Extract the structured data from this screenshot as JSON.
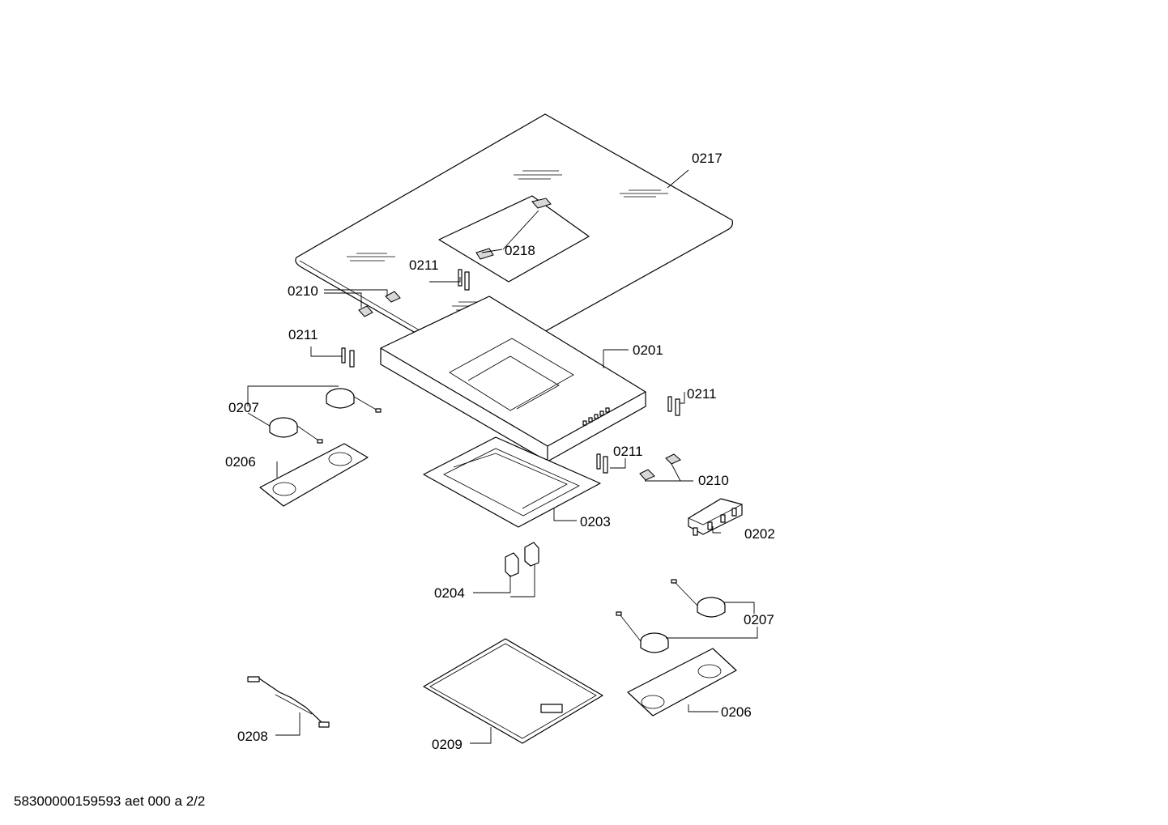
{
  "labels": {
    "l0217": "0217",
    "l0218": "0218",
    "l0211a": "0211",
    "l0210a": "0210",
    "l0211b": "0211",
    "l0201": "0201",
    "l0207a": "0207",
    "l0211c": "0211",
    "l0206a": "0206",
    "l0211d": "0211",
    "l0210b": "0210",
    "l0203": "0203",
    "l0202": "0202",
    "l0204": "0204",
    "l0207b": "0207",
    "l0208": "0208",
    "l0209": "0209",
    "l0206b": "0206"
  },
  "footer": "58300000159593 aet 000 a 2/2"
}
